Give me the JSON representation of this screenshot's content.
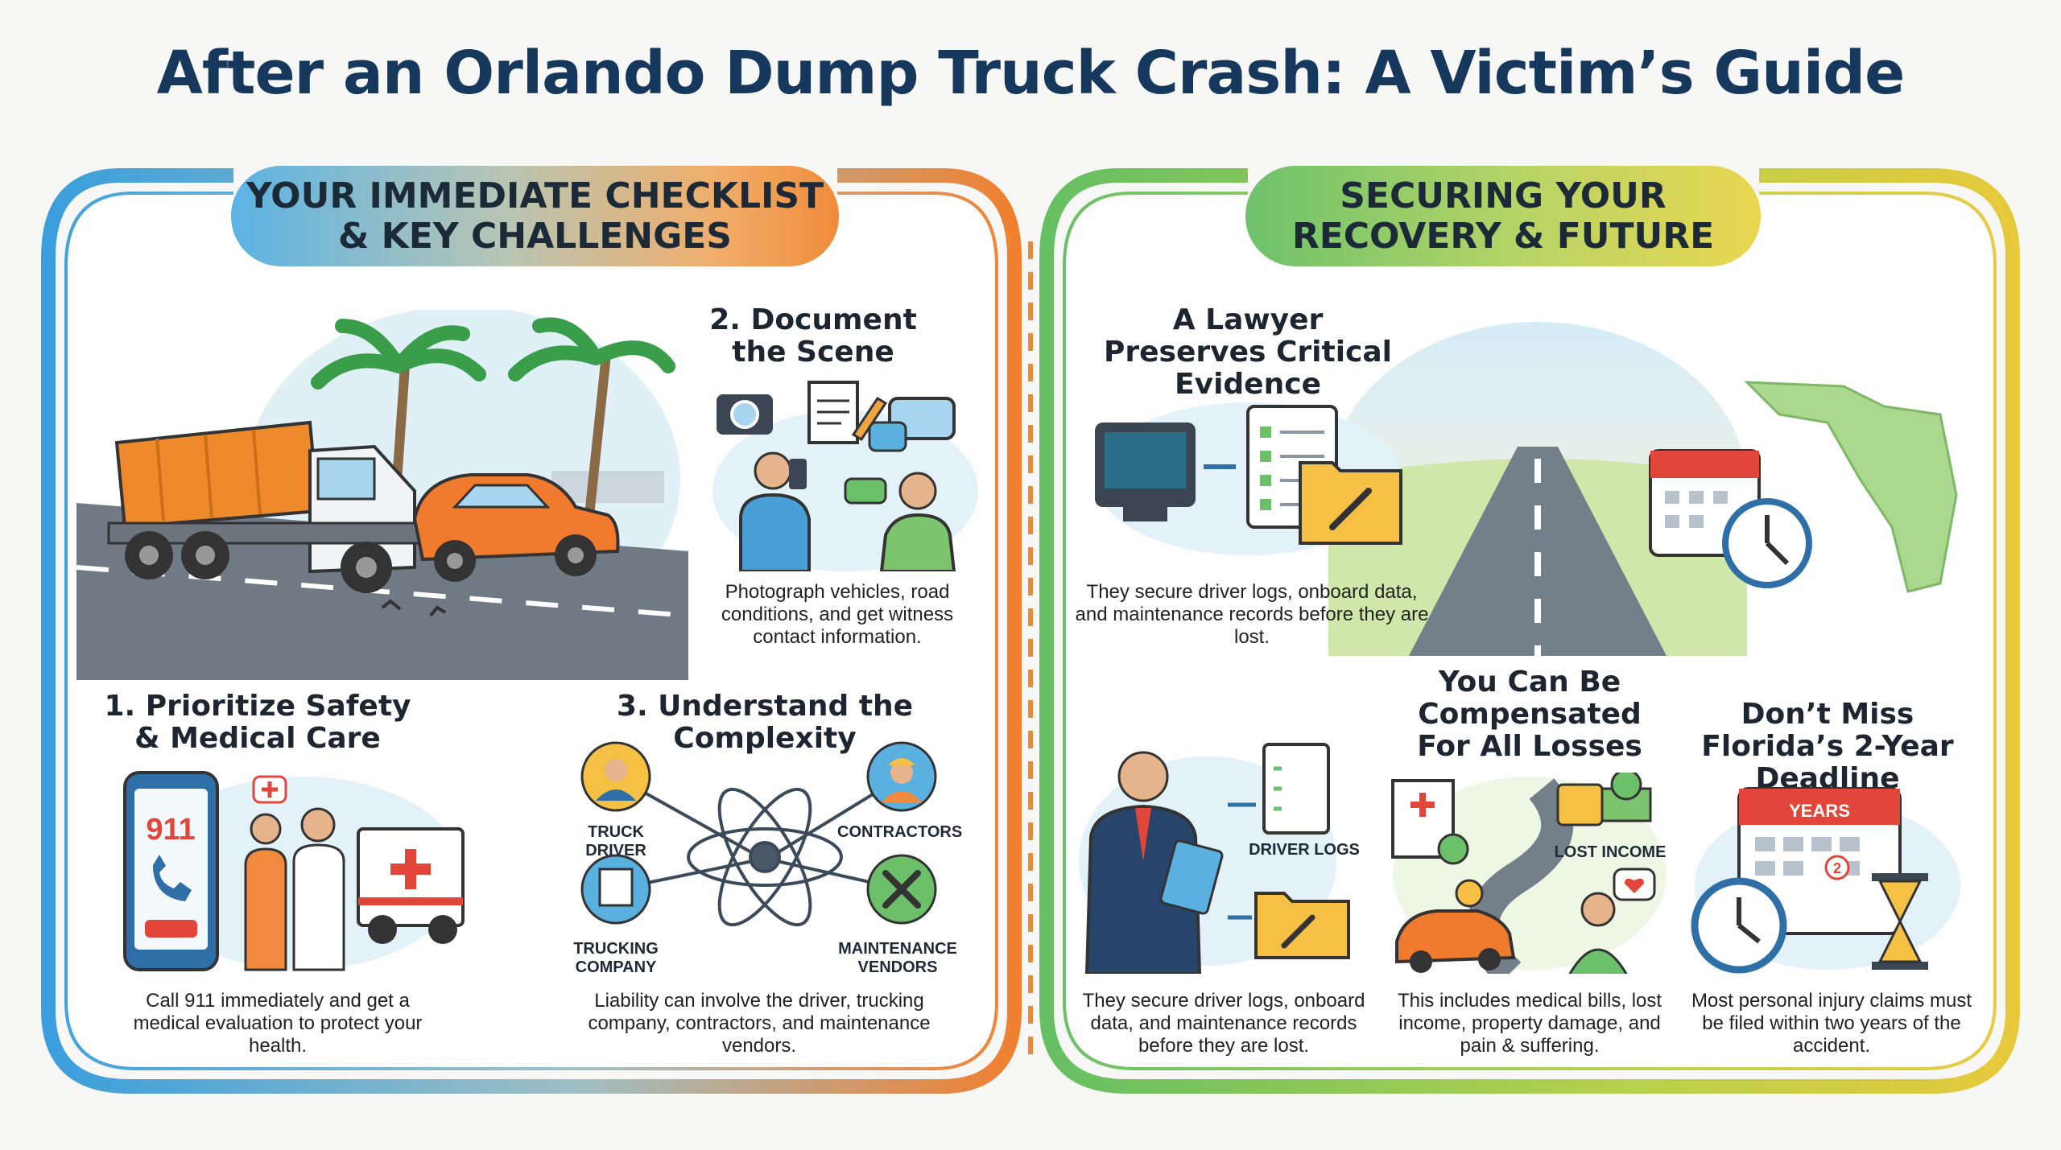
{
  "title": "After an Orlando Dump Truck Crash: A Victim’s Guide",
  "left_panel": {
    "header": "YOUR IMMEDIATE CHECKLIST & KEY CHALLENGES",
    "step1": {
      "title": "1. Prioritize Safety & Medical Care",
      "text": "Call 911 immediately and get a medical evaluation to protect your health.",
      "phone_text": "911"
    },
    "step2": {
      "title": "2. Document the Scene",
      "text": "Photograph vehicles, road conditions, and get witness contact information."
    },
    "step3": {
      "title": "3. Understand the Complexity",
      "text": "Liability can involve the driver, trucking company, contractors, and maintenance vendors.",
      "parties": [
        "TRUCK DRIVER",
        "CONTRACTORS",
        "TRUCKING COMPANY",
        "MAINTENANCE VENDORS"
      ]
    }
  },
  "right_panel": {
    "header": "SECURING YOUR RECOVERY & FUTURE",
    "evidence": {
      "title": "A Lawyer Preserves Critical Evidence",
      "text": "They secure driver logs, onboard data, and maintenance records before they are lost."
    },
    "lawyer": {
      "label": "DRIVER LOGS",
      "text": "They secure driver logs, onboard data, and maintenance records before they are lost."
    },
    "compensation": {
      "title": "You Can Be Compensated For All Losses",
      "label": "LOST INCOME",
      "text": "This includes medical bills, lost income, property damage, and pain & suffering."
    },
    "deadline": {
      "title": "Don’t Miss Florida’s 2-Year Deadline",
      "calendar_label": "YEARS",
      "calendar_number": "2",
      "text": "Most personal injury claims must be filed within two years of the accident."
    }
  },
  "colors": {
    "title": "#16385c",
    "blue": "#3d9fd8",
    "orange": "#f07f2d",
    "green": "#6cc06a",
    "yellow": "#e8cf3c"
  }
}
